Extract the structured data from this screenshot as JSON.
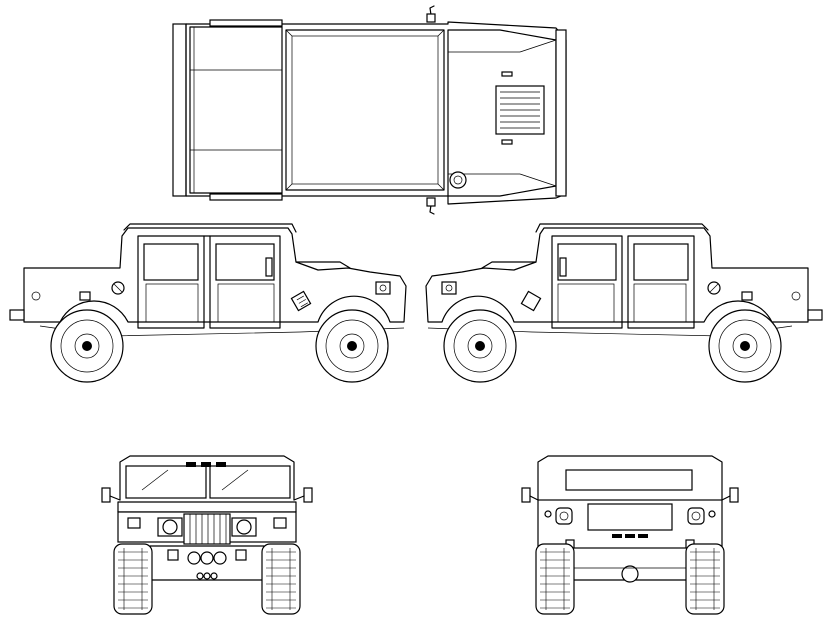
{
  "drawing": {
    "subject": "",
    "views": [
      {
        "id": "top-view"
      },
      {
        "id": "left-side-view"
      },
      {
        "id": "right-side-view"
      },
      {
        "id": "front-view"
      },
      {
        "id": "rear-view"
      }
    ],
    "line_color": "#000000",
    "background_color": "#ffffff"
  }
}
